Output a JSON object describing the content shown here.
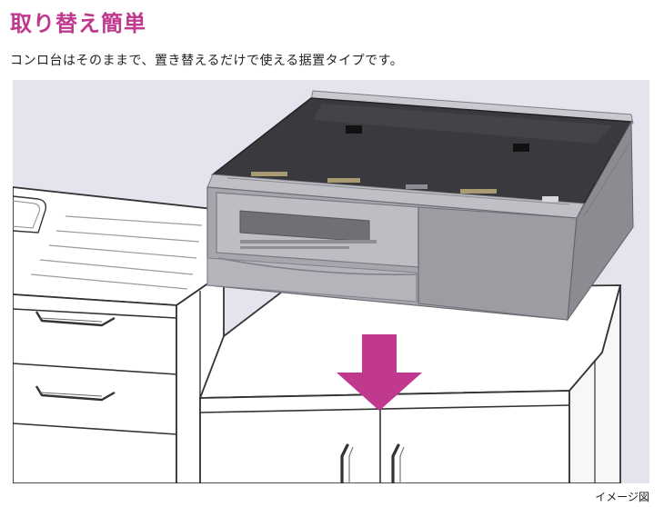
{
  "heading": {
    "title": "取り替え簡単"
  },
  "description": {
    "text": "コンロ台はそのままで、置き替えるだけで使える据置タイプです。"
  },
  "figure": {
    "caption": "イメージ図",
    "colors": {
      "background": "#e3e4ee",
      "arrow": "#c0398f",
      "cabinet_line": "#333333",
      "stove_top": "#3a3a3e",
      "stove_body": "#a6a7ad"
    }
  }
}
